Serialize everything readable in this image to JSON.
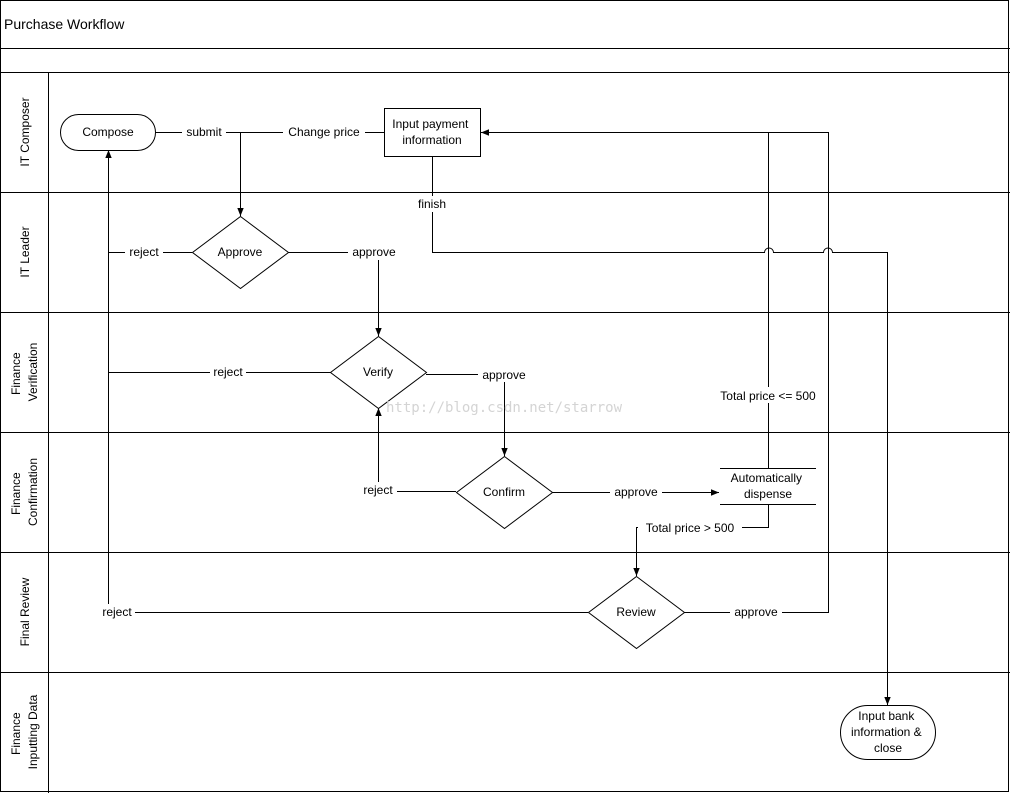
{
  "diagram": {
    "title": "Purchase Workflow",
    "lanes": [
      [
        "IT Composer"
      ],
      [
        "IT Leader"
      ],
      [
        "Finance",
        "Verification"
      ],
      [
        "Finance",
        "Confirmation"
      ],
      [
        "Final Review"
      ],
      [
        "Finance",
        "Inputting Data"
      ]
    ],
    "nodes": {
      "compose": "Compose",
      "input_payment": [
        "Input payment",
        "information"
      ],
      "approve": "Approve",
      "verify": "Verify",
      "confirm": "Confirm",
      "auto_dispense": [
        "Automatically",
        "dispense"
      ],
      "review": "Review",
      "input_bank": [
        "Input bank",
        "information &",
        "close"
      ]
    },
    "edges": {
      "submit": "submit",
      "change_price": "Change price",
      "finish": "finish",
      "reject_leader": "reject",
      "approve_leader": "approve",
      "reject_verify": "reject",
      "approve_verify": "approve",
      "reject_confirm": "reject",
      "approve_confirm": "approve",
      "price_le": "Total price <= 500",
      "price_gt": "Total price > 500",
      "reject_review": "reject",
      "approve_review": "approve"
    },
    "watermark": "http://blog.csdn.net/starrow"
  }
}
